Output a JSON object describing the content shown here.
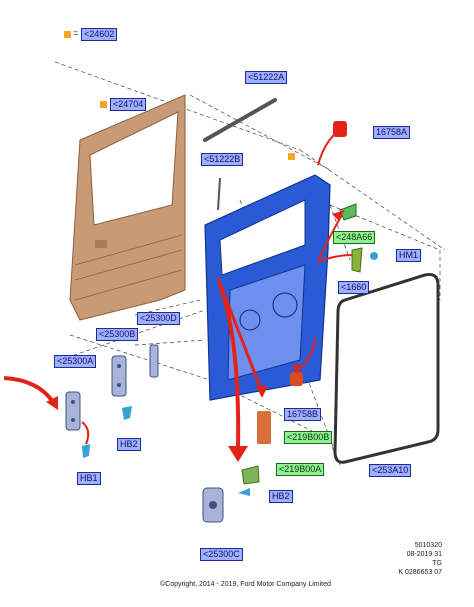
{
  "colors": {
    "door_skin": "#c89a76",
    "door_frame": "#2a5ad6",
    "arrow": "#e2231a",
    "callout_blue": "#9fb0ff",
    "callout_green": "#8ef08e",
    "marker": "#f5a623"
  },
  "legend": {
    "code": "<24602",
    "equals": "="
  },
  "callouts": {
    "p24704": "<24704",
    "p51222A": "<51222A",
    "p51222B": "<51222B",
    "p16758A_top": "16758A",
    "p248A66": "<248A66",
    "pHM1": "HM1",
    "p1660": "<1660",
    "p25300D": "<25300D",
    "p25300B": "<25300B",
    "p25300A": "<25300A",
    "p16758B": "16758B",
    "p219B00B": "<219B00B",
    "p219B00A": "<219B00A",
    "pHB2_upper": "HB2",
    "pHB1": "HB1",
    "pHB2_lower": "HB2",
    "p253A10": "<253A10",
    "p25300C": "<25300C"
  },
  "footer": {
    "code1": "5010320",
    "code2": "08-2019 31",
    "code3": "TG",
    "code4": "K 0286653 07",
    "copyright": "©Copyright, 2014 - 2019, Ford Motor Company Limited"
  },
  "icons": {
    "door_outer_skin": "door-outer-skin-icon",
    "door_inner_frame": "door-inner-frame-icon",
    "pointer_arrow": "red-pointer-arrow-icon"
  }
}
